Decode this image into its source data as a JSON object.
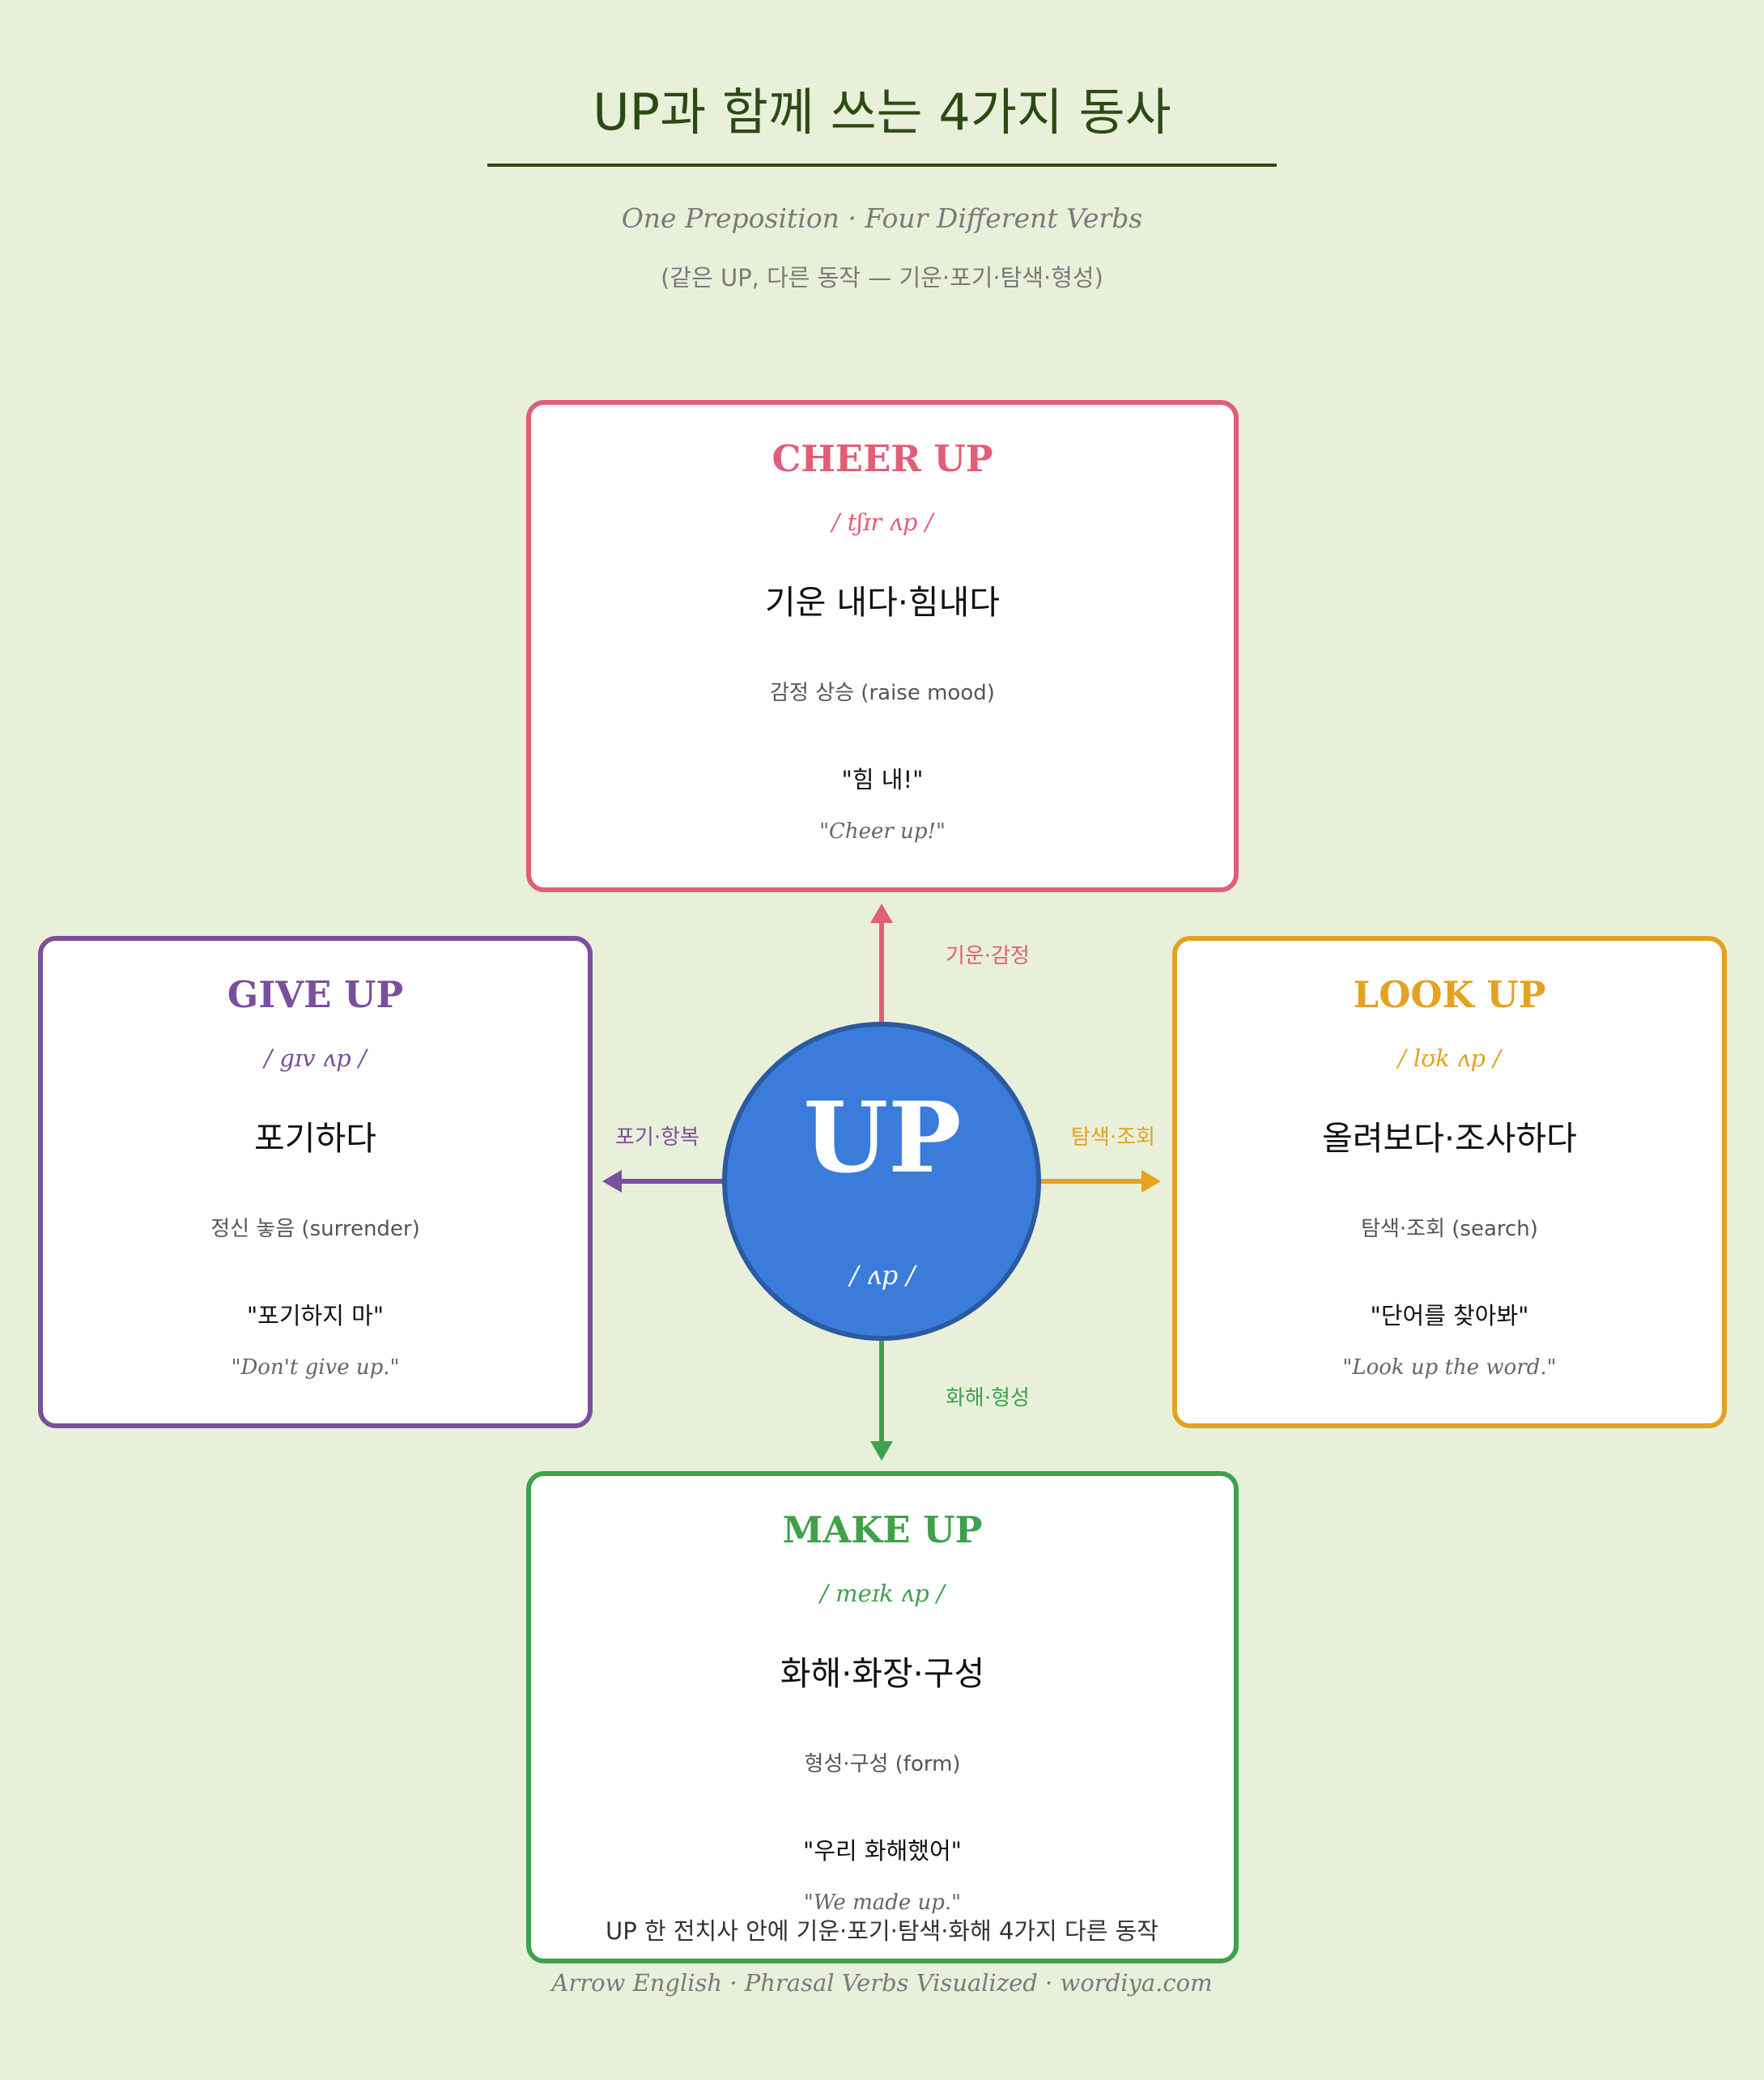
{
  "header": {
    "title": "UP과 함께 쓰는 4가지 동사",
    "subtitle_en": "One Preposition · Four Different Verbs",
    "subtitle_ko": "(같은 UP, 다른 동작 — 기운·포기·탐색·형성)"
  },
  "hub": {
    "word": "UP",
    "ipa": "/ ʌp /",
    "color": "#3b7bd9"
  },
  "cards": {
    "cheer": {
      "verb": "CHEER UP",
      "ipa": "/ tʃɪr ʌp /",
      "meaning": "기운 내다·힘내다",
      "note": "감정 상승 (raise mood)",
      "example_ko": "\"힘 내!\"",
      "example_en": "\"Cheer up!\"",
      "arrow_label": "기운·감정",
      "color": "#e05e78"
    },
    "give": {
      "verb": "GIVE UP",
      "ipa": "/ gɪv ʌp /",
      "meaning": "포기하다",
      "note": "정신 놓음 (surrender)",
      "example_ko": "\"포기하지 마\"",
      "example_en": "\"Don't give up.\"",
      "arrow_label": "포기·항복",
      "color": "#7a4f9c"
    },
    "look": {
      "verb": "LOOK UP",
      "ipa": "/ lʊk ʌp /",
      "meaning": "올려보다·조사하다",
      "note": "탐색·조회 (search)",
      "example_ko": "\"단어를 찾아봐\"",
      "example_en": "\"Look up the word.\"",
      "arrow_label": "탐색·조회",
      "color": "#e3a222"
    },
    "make": {
      "verb": "MAKE UP",
      "ipa": "/ meɪk ʌp /",
      "meaning": "화해·화장·구성",
      "note": "형성·구성 (form)",
      "example_ko": "\"우리 화해했어\"",
      "example_en": "\"We made up.\"",
      "arrow_label": "화해·형성",
      "color": "#3fa14b"
    }
  },
  "summary": "UP 한 전치사 안에 기운·포기·탐색·화해 4가지 다른 동작",
  "footer": "Arrow English · Phrasal Verbs Visualized · wordiya.com"
}
